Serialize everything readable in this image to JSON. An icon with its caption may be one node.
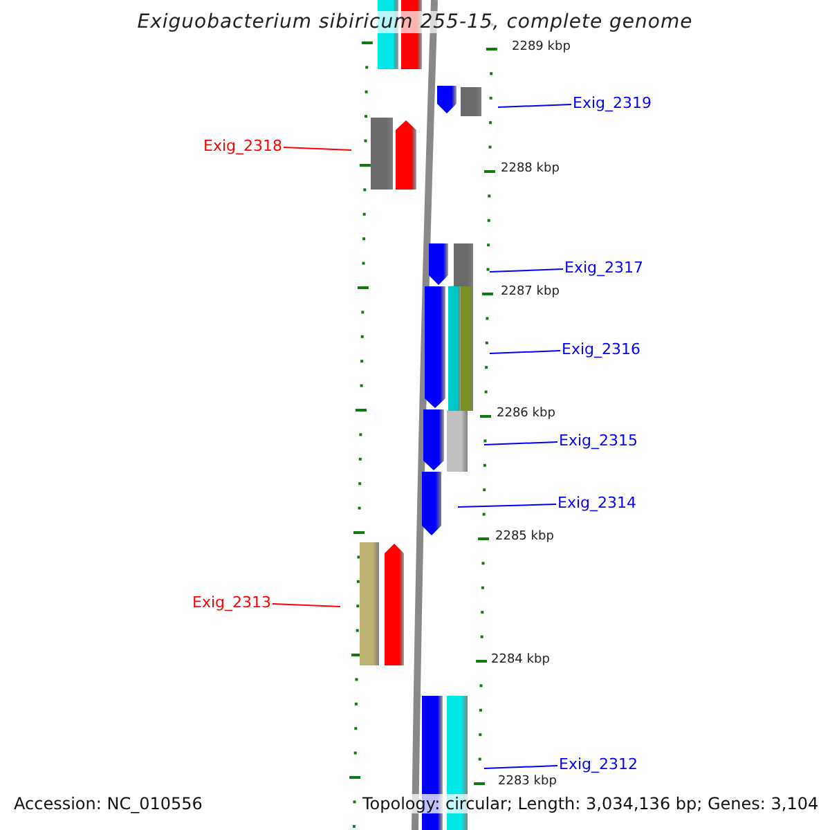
{
  "diagram": {
    "title": "Exiguobacterium sibiricum 255-15, complete genome",
    "nodes": [
      {
        "text": [
          "Exig_2319"
        ]
      },
      {
        "text": [
          "Exig_2318"
        ]
      },
      {
        "text": [
          "Exig_2317"
        ]
      },
      {
        "text": [
          "Exig_2316"
        ]
      },
      {
        "text": [
          "Exig_2315"
        ]
      },
      {
        "text": [
          "Exig_2314"
        ]
      },
      {
        "text": [
          "Exig_2313"
        ]
      },
      {
        "text": [
          "Exig_2312"
        ]
      },
      {
        "text": [],
        "shape": "bar"
      },
      {
        "text": [],
        "shape": "bar"
      },
      {
        "text": [],
        "shape": "bar"
      },
      {
        "text": [],
        "shape": "bar"
      },
      {
        "text": [],
        "shape": "bar"
      },
      {
        "text": [],
        "shape": "arrow"
      },
      {
        "text": [],
        "shape": "bar"
      },
      {
        "text": [],
        "shape": "bar"
      }
    ],
    "edges": [
      {
        "from": 0,
        "to": 8,
        "arrow": "none"
      },
      {
        "from": 1,
        "to": 9,
        "arrow": "none",
        "color": "#ff0000"
      },
      {
        "from": 2,
        "to": 10,
        "arrow": "none"
      },
      {
        "from": 3,
        "to": 11,
        "arrow": "none"
      },
      {
        "from": 4,
        "to": 12,
        "arrow": "none"
      },
      {
        "from": 5,
        "to": 13,
        "arrow": "none"
      },
      {
        "from": 6,
        "to": 14,
        "arrow": "none",
        "color": "#ff0000"
      },
      {
        "from": 7,
        "to": 15,
        "arrow": "none"
      }
    ],
    "labels": [
      "2289 kbp",
      "2288 kbp",
      "2287 kbp",
      "2286 kbp",
      "2285 kbp",
      "2284 kbp",
      "2283 kbp",
      "Accession: NC_010556",
      "Topology: circular; Length: 3,034,136 bp; Genes: 3,104"
    ]
  }
}
